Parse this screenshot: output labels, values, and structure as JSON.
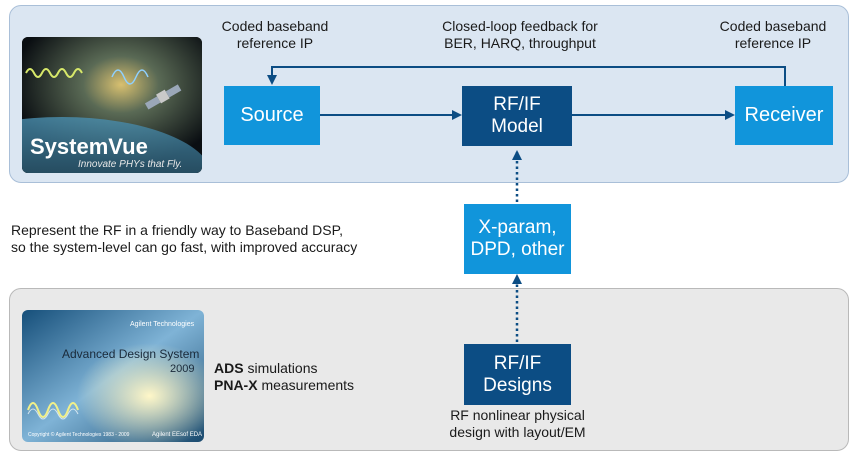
{
  "panels": {
    "top": {
      "label_left": "Coded baseband\nreference IP",
      "label_center": "Closed-loop feedback for\nBER, HARQ, throughput",
      "label_right": "Coded baseband\nreference IP"
    },
    "bottom": {}
  },
  "boxes": {
    "source": "Source",
    "rf_model_line1": "RF/IF",
    "rf_model_line2": "Model",
    "receiver": "Receiver",
    "xparam_line1": "X-param,",
    "xparam_line2": "DPD, other",
    "rf_designs_line1": "RF/IF",
    "rf_designs_line2": "Designs"
  },
  "texts": {
    "represent_line1": "Represent the RF in a friendly way to Baseband DSP,",
    "represent_line2": "so the system-level can go fast, with improved accuracy",
    "ads_bold": "ADS",
    "ads_rest": " simulations",
    "pna_bold": "PNA-X",
    "pna_rest": " measurements",
    "rf_nonlinear_line1": "RF nonlinear physical",
    "rf_nonlinear_line2": "design with layout/EM"
  },
  "logos": {
    "systemvue_title": "SystemVue",
    "systemvue_tagline": "Innovate PHYs that Fly.",
    "ads_brand": "Agilent Technologies",
    "ads_title": "Advanced Design System",
    "ads_year": "2009",
    "ads_copyright": "Copyright © Agilent Technologies 1983 - 2009",
    "ads_edition": "Agilent EEsof EDA"
  },
  "colors": {
    "light_box": "#1195db",
    "dark_box": "#0c4d84",
    "top_panel": "#dbe6f2",
    "bottom_panel": "#e9e9e9"
  }
}
